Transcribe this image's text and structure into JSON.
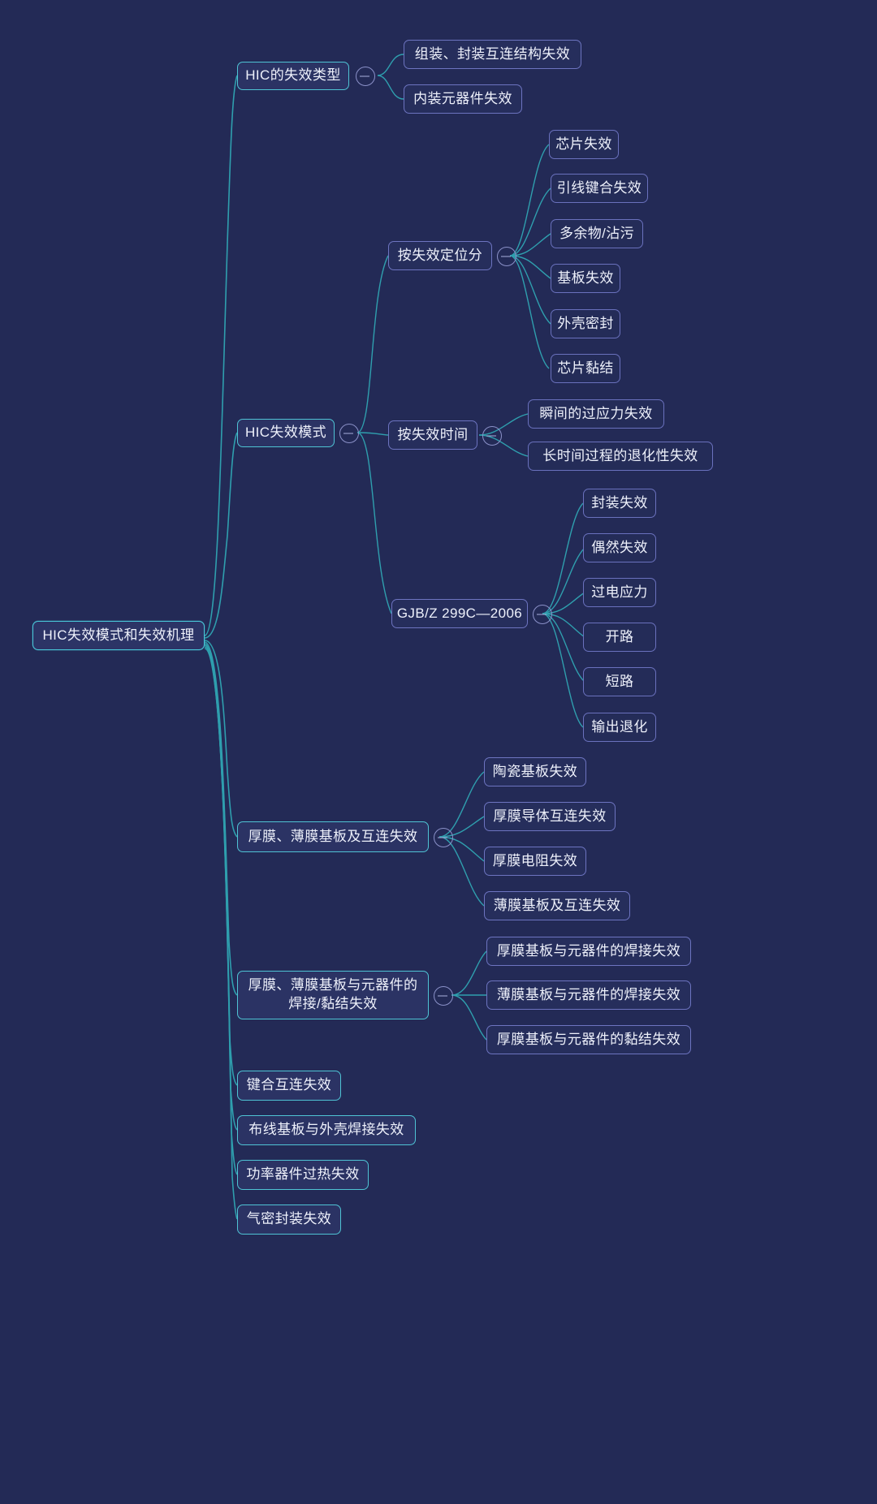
{
  "canvas": {
    "background": "#232a56",
    "root_border": "#49c6d8",
    "branch_border": "#4fc3d4",
    "leaf_border": "#6d74c0",
    "link_color_primary": "#2f9fae",
    "link_color_secondary": "#5c6bb0",
    "text_color": "#eef1fb"
  },
  "mindmap": {
    "type": "mindmap",
    "root": {
      "label": "HIC失效模式和失效机理"
    },
    "branches": [
      {
        "label": "HIC的失效类型",
        "collapsible": true,
        "children": [
          {
            "label": "组装、封装互连结构失效"
          },
          {
            "label": "内装元器件失效"
          }
        ]
      },
      {
        "label": "HIC失效模式",
        "collapsible": true,
        "children": [
          {
            "label": "按失效定位分",
            "collapsible": true,
            "children": [
              {
                "label": "芯片失效"
              },
              {
                "label": "引线键合失效"
              },
              {
                "label": "多余物/沾污"
              },
              {
                "label": "基板失效"
              },
              {
                "label": "外壳密封"
              },
              {
                "label": "芯片黏结"
              }
            ]
          },
          {
            "label": "按失效时间",
            "collapsible": true,
            "children": [
              {
                "label": "瞬间的过应力失效"
              },
              {
                "label": "长时间过程的退化性失效"
              }
            ]
          },
          {
            "label": "GJB/Z 299C—2006",
            "collapsible": true,
            "children": [
              {
                "label": "封装失效"
              },
              {
                "label": "偶然失效"
              },
              {
                "label": "过电应力"
              },
              {
                "label": "开路"
              },
              {
                "label": "短路"
              },
              {
                "label": "输出退化"
              }
            ]
          }
        ]
      },
      {
        "label": "厚膜、薄膜基板及互连失效",
        "collapsible": true,
        "children": [
          {
            "label": "陶瓷基板失效"
          },
          {
            "label": "厚膜导体互连失效"
          },
          {
            "label": "厚膜电阻失效"
          },
          {
            "label": "薄膜基板及互连失效"
          }
        ]
      },
      {
        "label": "厚膜、薄膜基板与元器件的\n焊接/黏结失效",
        "collapsible": true,
        "children": [
          {
            "label": "厚膜基板与元器件的焊接失效"
          },
          {
            "label": "薄膜基板与元器件的焊接失效"
          },
          {
            "label": "厚膜基板与元器件的黏结失效"
          }
        ]
      },
      {
        "label": "键合互连失效",
        "collapsible": false,
        "children": []
      },
      {
        "label": "布线基板与外壳焊接失效",
        "collapsible": false,
        "children": []
      },
      {
        "label": "功率器件过热失效",
        "collapsible": false,
        "children": []
      },
      {
        "label": "气密封装失效",
        "collapsible": false,
        "children": []
      }
    ]
  }
}
